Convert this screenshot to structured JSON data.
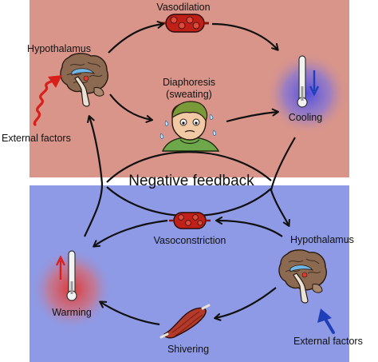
{
  "labels": {
    "vasodilation": "Vasodilation",
    "hypothalamus_top": "Hypothalamus",
    "diaphoresis_line1": "Diaphoresis",
    "diaphoresis_line2": "(sweating)",
    "cooling": "Cooling",
    "external_factors_top": "External factors",
    "negative_feedback": "Negative feedback",
    "vasoconstriction": "Vasoconstriction",
    "hypothalamus_bottom": "Hypothalamus",
    "warming": "Warming",
    "shivering": "Shivering",
    "external_factors_bottom": "External factors"
  },
  "colors": {
    "top_panel": "#d9958a",
    "bottom_panel": "#8e9ae6",
    "cooling_glow": "#5a5ae0",
    "warming_glow": "#e03a30",
    "heat_arrow": "#d8201a",
    "cold_arrow": "#1f3fb8",
    "arrow_stroke": "#111111"
  },
  "icons": {
    "brain_top": "brain-icon",
    "brain_bottom": "brain-icon",
    "blood_vessel_dilated": "blood-vessel-icon",
    "blood_vessel_constricted": "blood-vessel-icon",
    "sweating_person": "sweating-person-icon",
    "thermometer_cooling": "thermometer-icon",
    "thermometer_warming": "thermometer-icon",
    "muscle": "muscle-icon",
    "squiggle_arrow_red": "squiggle-arrow-icon",
    "arrow_blue": "arrow-icon"
  }
}
